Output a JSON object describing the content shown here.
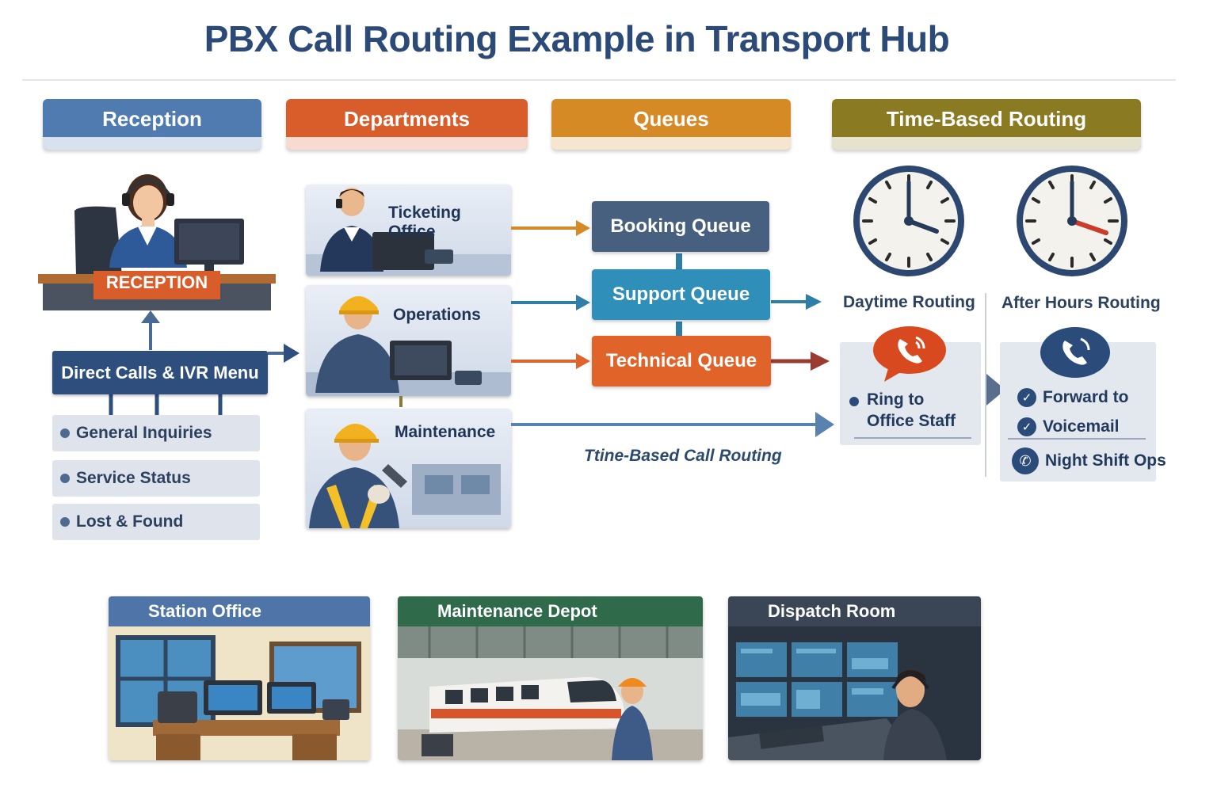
{
  "title": "PBX Call Routing Example in Transport Hub",
  "columns": {
    "reception": "Reception",
    "departments": "Departments",
    "queues": "Queues",
    "time_based": "Time-Based Routing"
  },
  "reception": {
    "desk_sign": "RECEPTION",
    "ivr_menu": "Direct Calls & IVR Menu",
    "ivr_options": [
      "General Inquiries",
      "Service Status",
      "Lost & Found"
    ]
  },
  "departments": [
    "Ticketing Office",
    "Operations",
    "Maintenance"
  ],
  "queues": [
    "Booking Queue",
    "Support Queue",
    "Technical Queue"
  ],
  "flow_label": "Ttine-Based Call Routing",
  "daytime": {
    "label": "Daytime Routing",
    "options": [
      "Ring to Office Staff"
    ]
  },
  "after_hours": {
    "label": "After Hours Routing",
    "options": [
      "Forward to",
      "Voicemail",
      "Night Shift Ops"
    ]
  },
  "locations": [
    "Station Office",
    "Maintenance Depot",
    "Dispatch Room"
  ],
  "colors": {
    "reception": "#4f7bb0",
    "departments": "#d85d2a",
    "queues": "#d68a25",
    "time_based": "#8a7a22",
    "booking": "#48607f",
    "support": "#2f8fb8",
    "technical": "#e0642a"
  }
}
